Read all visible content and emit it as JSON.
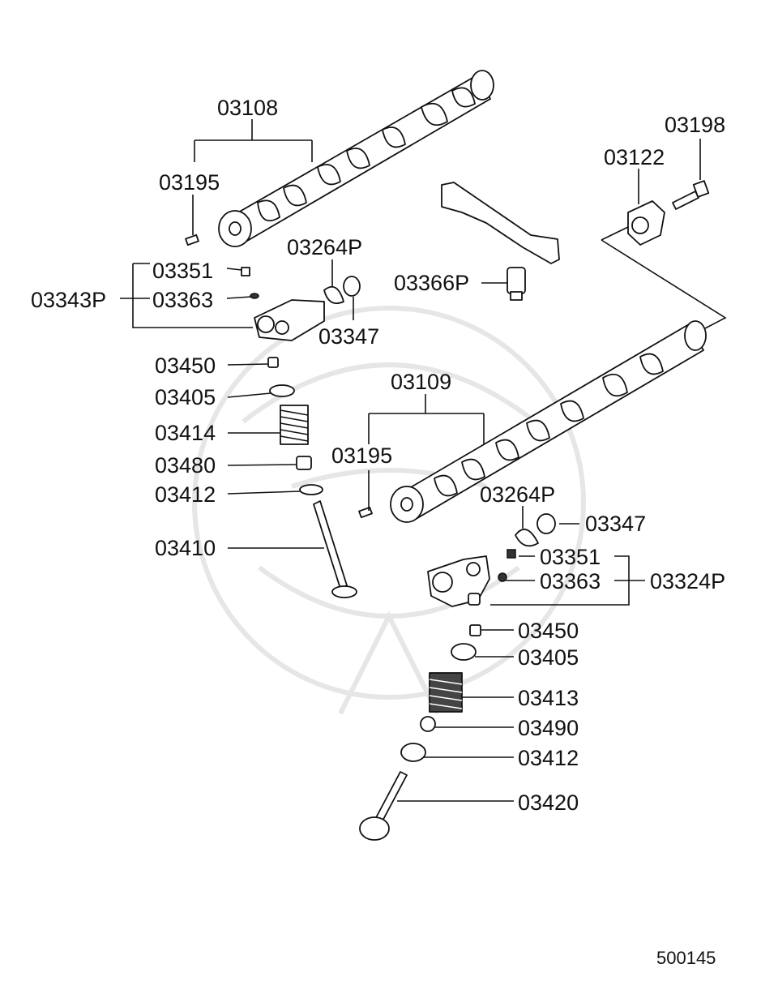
{
  "labels": {
    "p03108": "03108",
    "p03195a": "03195",
    "p03264Pa": "03264P",
    "p03351a": "03351",
    "p03343P": "03343P",
    "p03363a": "03363",
    "p03347a": "03347",
    "p03366P": "03366P",
    "p03450a": "03450",
    "p03405a": "03405",
    "p03414": "03414",
    "p03480": "03480",
    "p03412a": "03412",
    "p03410": "03410",
    "p03109": "03109",
    "p03195b": "03195",
    "p03264Pb": "03264P",
    "p03347b": "03347",
    "p03351b": "03351",
    "p03363b": "03363",
    "p03324P": "03324P",
    "p03450b": "03450",
    "p03405b": "03405",
    "p03413": "03413",
    "p03490": "03490",
    "p03412b": "03412",
    "p03420": "03420",
    "p03122": "03122",
    "p03198": "03198"
  },
  "diagram_id": "500145"
}
